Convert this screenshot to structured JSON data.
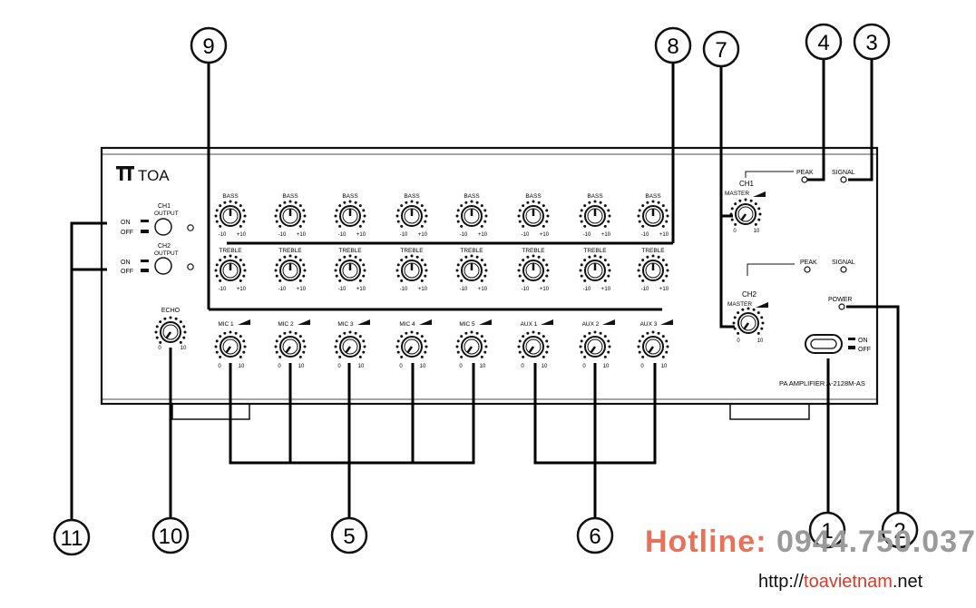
{
  "brand": "TOA",
  "model": "PA AMPLIFIER A-2128M-AS",
  "switches": {
    "ch1": {
      "label1": "CH1",
      "label2": "OUTPUT",
      "on": "ON",
      "off": "OFF"
    },
    "ch2": {
      "label1": "CH2",
      "label2": "OUTPUT",
      "on": "ON",
      "off": "OFF"
    }
  },
  "tone_labels": {
    "bass": "BASS",
    "treble": "TREBLE",
    "min": "-10",
    "max": "+10"
  },
  "level_labels": {
    "min": "0",
    "max": "10"
  },
  "echo": "ECHO",
  "inputs": [
    "MIC 1",
    "MIC 2",
    "MIC 3",
    "MIC 4",
    "MIC 5",
    "AUX 1",
    "AUX 2",
    "AUX 3"
  ],
  "master": {
    "ch1": {
      "title": "CH1",
      "sub": "MASTER",
      "peak": "PEAK",
      "signal": "SIGNAL"
    },
    "ch2": {
      "title": "CH2",
      "sub": "MASTER",
      "peak": "PEAK",
      "signal": "SIGNAL"
    }
  },
  "power": {
    "label": "POWER",
    "on": "ON",
    "off": "OFF"
  },
  "callouts": [
    "1",
    "2",
    "3",
    "4",
    "5",
    "6",
    "7",
    "8",
    "9",
    "10",
    "11"
  ],
  "footer": {
    "hotline_label": "Hotline:",
    "hotline_number": "0944.750.037",
    "url_prefix": "http://",
    "url_mid": "toavietnam",
    "url_suffix": ".net"
  }
}
